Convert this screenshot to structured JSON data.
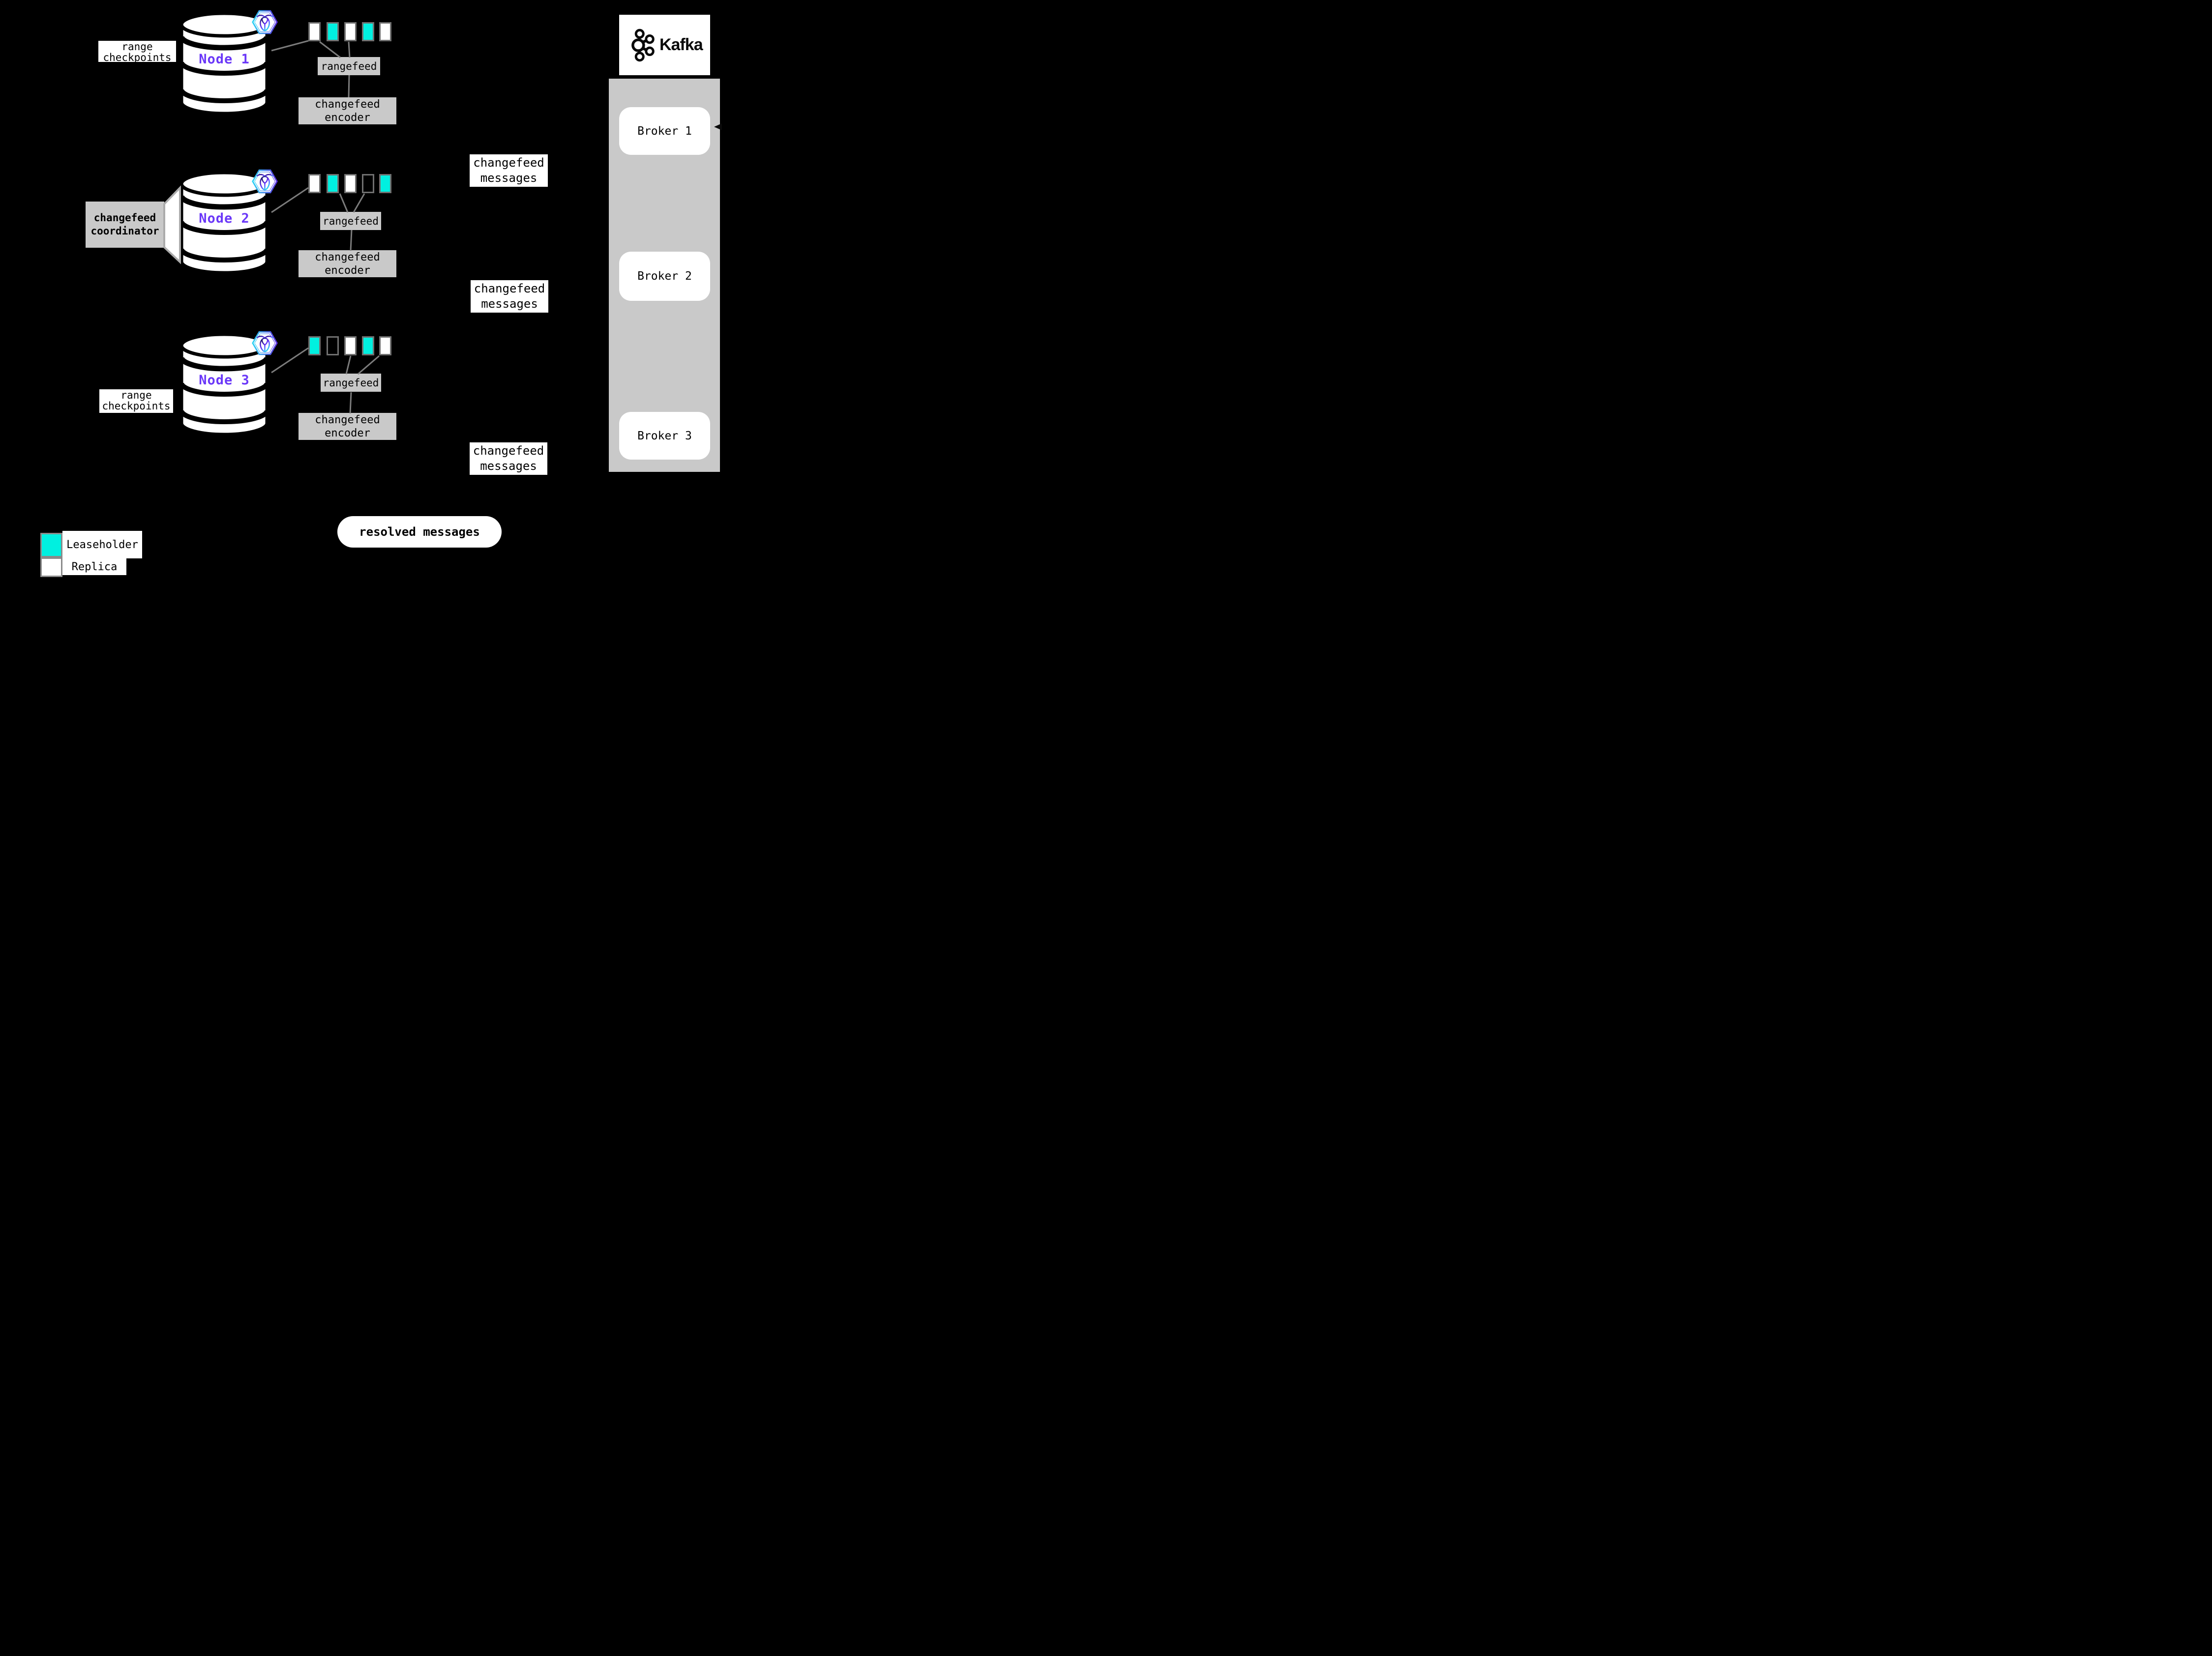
{
  "colors": {
    "background": "#000000",
    "leaseholder": "#00F0E0",
    "replica": "#FFFFFF",
    "node_purple": "#6B38F8",
    "box_gray": "#C9C9C9",
    "panel_gray": "#C9C9C9",
    "line_gray": "#7C7C7C",
    "square_border": "#707070",
    "hex_gradient_start": "#2BD4F5",
    "hex_gradient_end": "#5B2EE0"
  },
  "labels": {
    "range_checkpoints": "range\ncheckpoints",
    "rangefeed": "rangefeed",
    "changefeed_encoder": "changefeed\nencoder",
    "changefeed_messages": "changefeed\nmessages",
    "changefeed_coordinator": "changefeed\ncoordinator",
    "resolved_messages": "resolved messages"
  },
  "nodes": [
    {
      "name": "Node 1",
      "ranges": [
        "replica",
        "leaseholder",
        "replica",
        "leaseholder",
        "replica"
      ]
    },
    {
      "name": "Node 2",
      "ranges": [
        "replica",
        "leaseholder",
        "replica",
        "empty",
        "leaseholder"
      ]
    },
    {
      "name": "Node 3",
      "ranges": [
        "leaseholder",
        "empty",
        "replica",
        "leaseholder",
        "replica"
      ]
    }
  ],
  "kafka": {
    "wordmark": "Kafka",
    "brokers": [
      "Broker 1",
      "Broker 2",
      "Broker 3"
    ]
  },
  "legend": {
    "items": [
      {
        "label": "Leaseholder",
        "type": "leaseholder"
      },
      {
        "label": "Replica",
        "type": "replica"
      }
    ]
  }
}
